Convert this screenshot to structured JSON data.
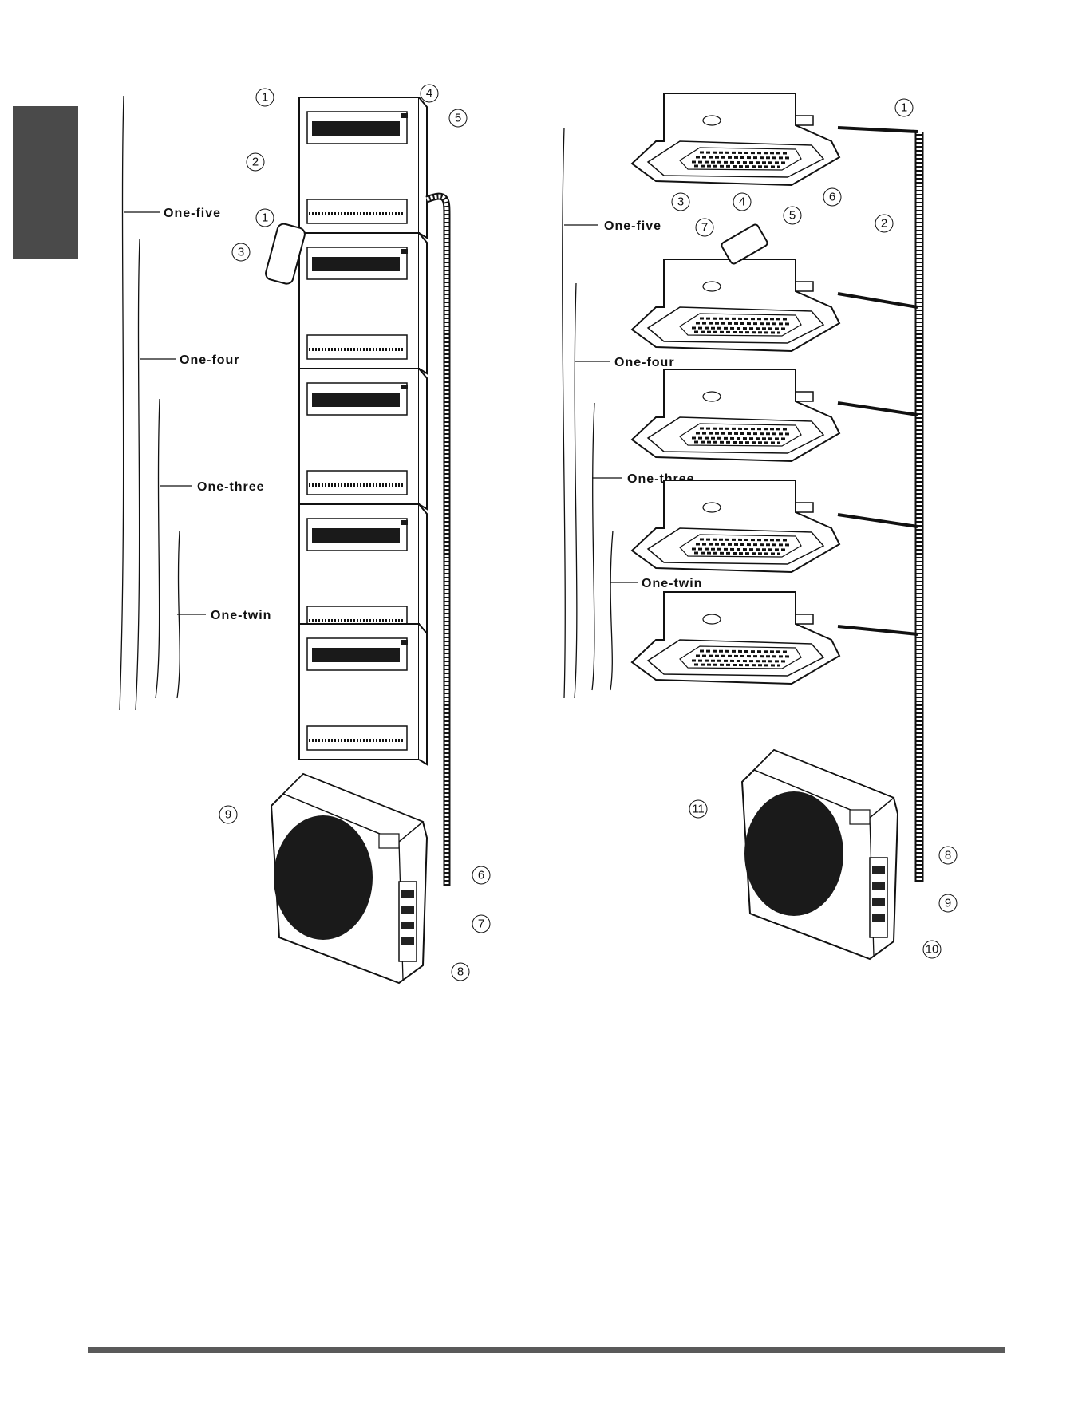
{
  "left_diagram": {
    "config_labels": [
      "One-five",
      "One-four",
      "One-three",
      "One-twin"
    ],
    "callouts": [
      "1",
      "4",
      "5",
      "2",
      "1",
      "3",
      "6",
      "7",
      "8",
      "9"
    ]
  },
  "right_diagram": {
    "config_labels": [
      "One-five",
      "One-four",
      "One-three",
      "One-twin"
    ],
    "callouts": [
      "1",
      "6",
      "3",
      "4",
      "5",
      "2",
      "7",
      "8",
      "9",
      "10",
      "11"
    ]
  }
}
